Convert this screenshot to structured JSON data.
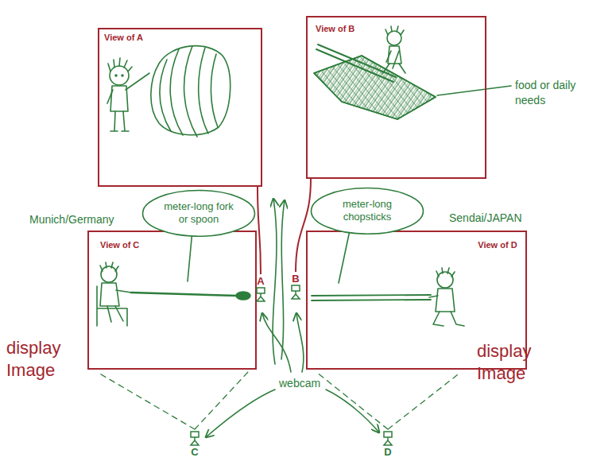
{
  "diagram": {
    "nodes": [
      {
        "text": [
          "View of A"
        ]
      },
      {
        "text": [
          "View of B"
        ]
      },
      {
        "text": [
          "meter-long fork or spoon"
        ]
      },
      {
        "text": [
          "meter-long chopsticks"
        ]
      },
      {
        "text": [
          "Munich/Germany",
          "View of C"
        ]
      },
      {
        "text": [
          "A"
        ]
      },
      {
        "text": [
          "B"
        ]
      },
      {
        "text": [
          "Sendai/JAPAN",
          "View of D"
        ]
      },
      {
        "text": [
          "C"
        ]
      },
      {
        "text": [
          "D"
        ]
      }
    ],
    "edges": [
      {
        "from": 0,
        "to": 5,
        "arrow": "none"
      },
      {
        "from": 1,
        "to": 6,
        "arrow": "none"
      }
    ],
    "labels": [
      "food or daily needs",
      "display Image",
      "display Image",
      "webcam"
    ]
  }
}
